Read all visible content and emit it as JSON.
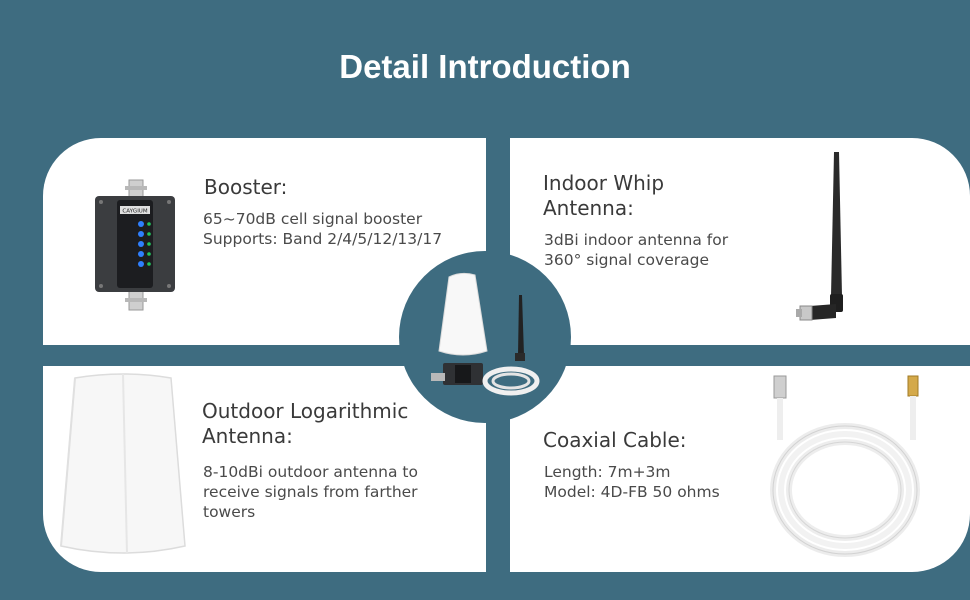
{
  "page": {
    "title": "Detail Introduction"
  },
  "cards": {
    "booster": {
      "heading": [
        "Booster:"
      ],
      "desc": [
        "65~70dB cell signal booster",
        "Supports: Band 2/4/5/12/13/17"
      ],
      "brand": "CAYGIUM"
    },
    "whip": {
      "heading": [
        "Indoor Whip",
        "Antenna:"
      ],
      "desc": [
        "3dBi indoor antenna for",
        "360° signal coverage"
      ]
    },
    "outdoor": {
      "heading": [
        "Outdoor Logarithmic",
        "Antenna:"
      ],
      "desc": [
        "8-10dBi outdoor antenna to",
        "receive signals from farther",
        "towers"
      ]
    },
    "cable": {
      "heading": [
        "Coaxial Cable:"
      ],
      "desc": [
        "Length:  7m+3m",
        "Model:  4D-FB 50 ohms"
      ]
    }
  },
  "colors": {
    "background": "#3e6c80",
    "card": "#ffffff",
    "title": "#ffffff",
    "text": "#3a3a3a"
  }
}
